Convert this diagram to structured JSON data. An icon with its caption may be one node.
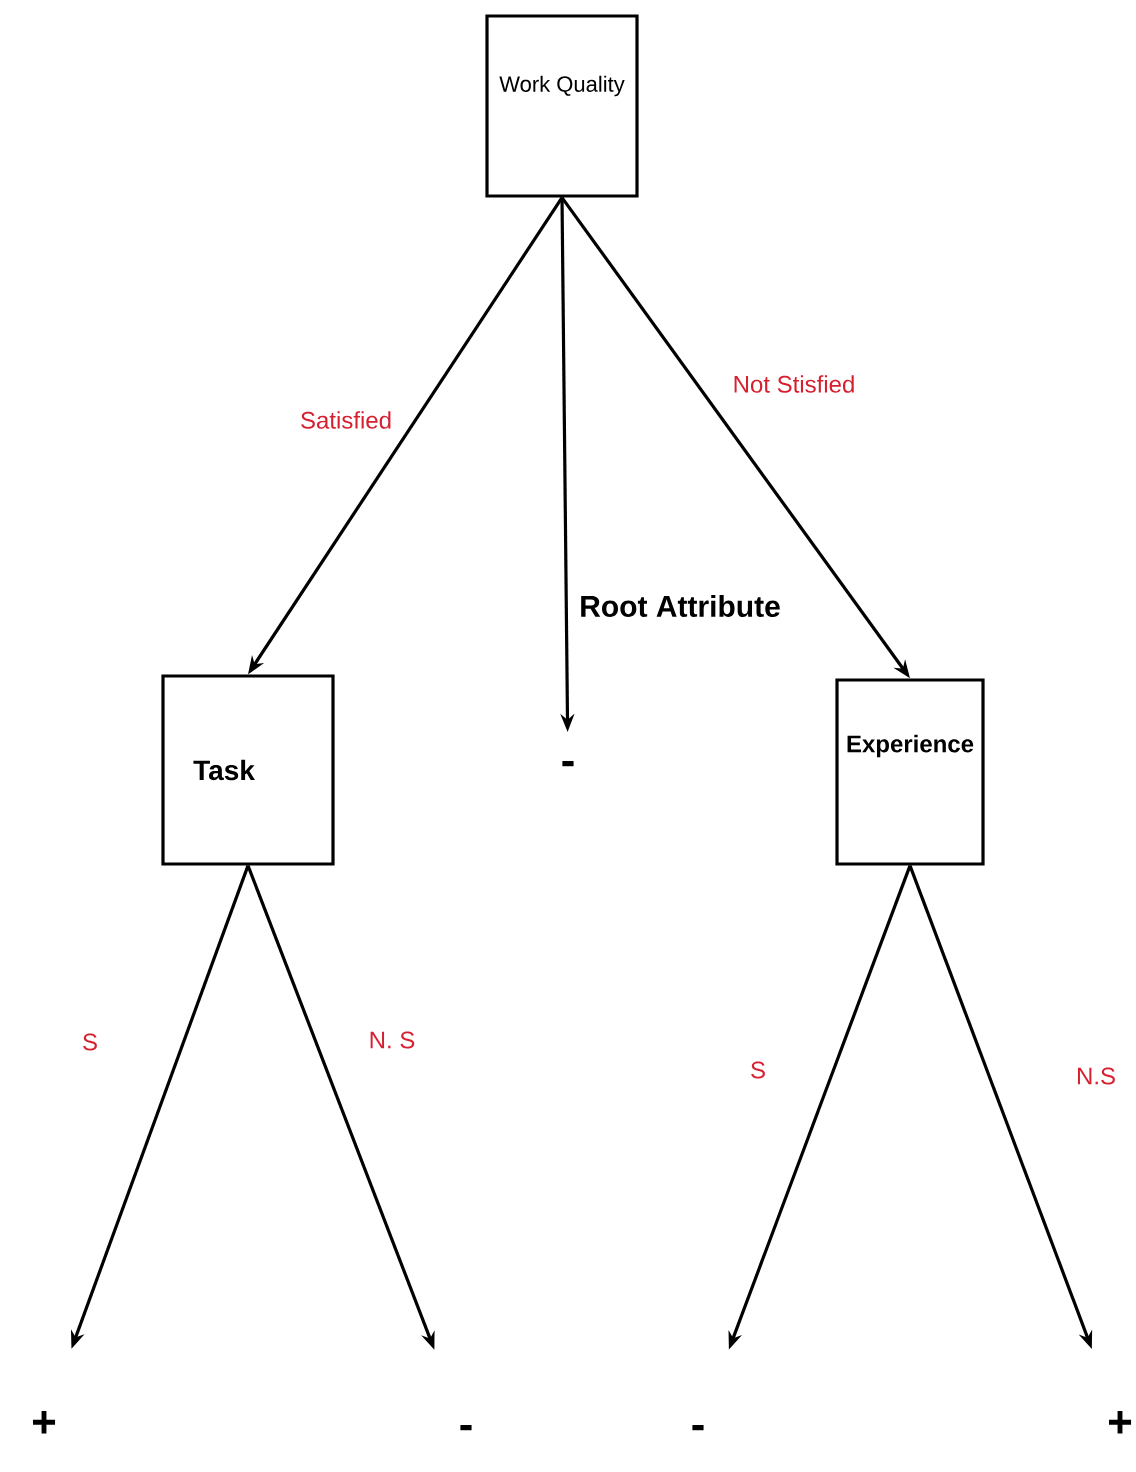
{
  "diagram": {
    "nodes": [
      {
        "text": [
          "Work Quality"
        ]
      },
      {
        "text": [
          "Task"
        ]
      },
      {
        "text": [
          "-"
        ]
      },
      {
        "text": [
          "Experience"
        ]
      },
      {
        "text": [
          "+"
        ]
      },
      {
        "text": [
          "-"
        ]
      },
      {
        "text": [
          "-"
        ]
      },
      {
        "text": [
          "+"
        ]
      }
    ],
    "edges": [
      {
        "from": 0,
        "to": 1,
        "arrow": "to",
        "label": "Satisfied"
      },
      {
        "from": 0,
        "to": 2,
        "arrow": "to"
      },
      {
        "from": 0,
        "to": 3,
        "arrow": "to",
        "label": "Not Stisfied"
      },
      {
        "from": 1,
        "to": 4,
        "arrow": "to",
        "label": "S"
      },
      {
        "from": 1,
        "to": 5,
        "arrow": "to",
        "label": "N. S"
      },
      {
        "from": 3,
        "to": 6,
        "arrow": "to",
        "label": "S"
      },
      {
        "from": 3,
        "to": 7,
        "arrow": "to",
        "label": "N.S"
      }
    ],
    "labels": [
      "Root Attribute"
    ]
  }
}
